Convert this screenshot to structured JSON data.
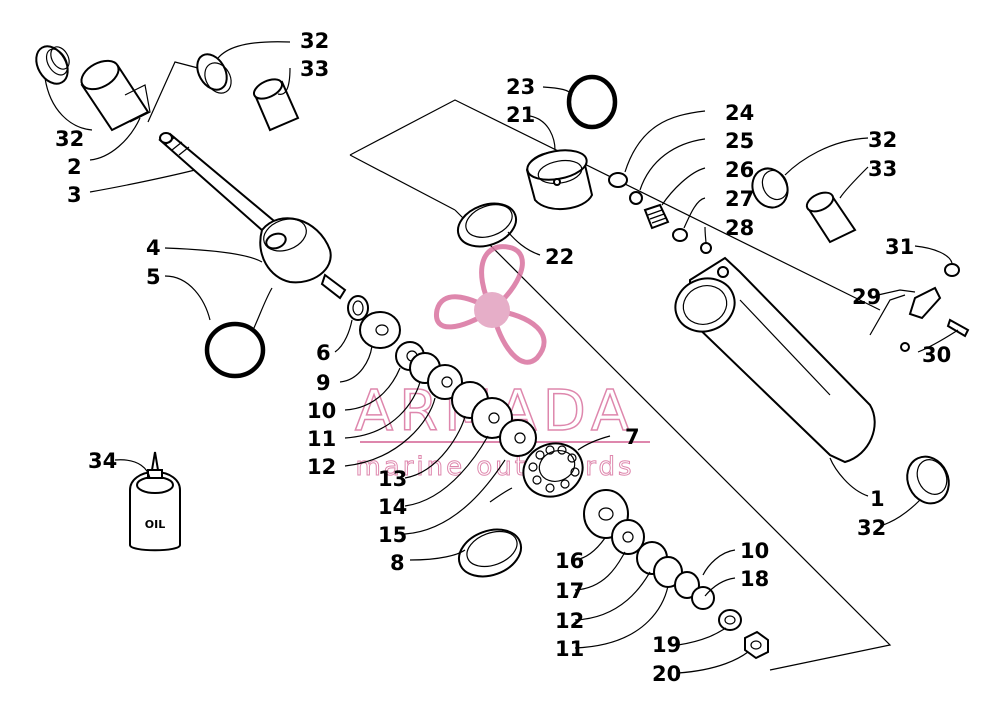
{
  "diagram": {
    "watermark": {
      "brand": "ARMADA",
      "tagline": "marine outboards",
      "color": "#d9739f"
    },
    "oil_bottle_text": "OIL",
    "callouts": [
      {
        "id": "c32a",
        "text": "32"
      },
      {
        "id": "c33a",
        "text": "33"
      },
      {
        "id": "c32b",
        "text": "32"
      },
      {
        "id": "c2",
        "text": "2"
      },
      {
        "id": "c3",
        "text": "3"
      },
      {
        "id": "c4",
        "text": "4"
      },
      {
        "id": "c5",
        "text": "5"
      },
      {
        "id": "c6",
        "text": "6"
      },
      {
        "id": "c9",
        "text": "9"
      },
      {
        "id": "c10a",
        "text": "10"
      },
      {
        "id": "c11a",
        "text": "11"
      },
      {
        "id": "c12a",
        "text": "12"
      },
      {
        "id": "c13",
        "text": "13"
      },
      {
        "id": "c14",
        "text": "14"
      },
      {
        "id": "c15",
        "text": "15"
      },
      {
        "id": "c8",
        "text": "8"
      },
      {
        "id": "c34",
        "text": "34"
      },
      {
        "id": "c23",
        "text": "23"
      },
      {
        "id": "c21",
        "text": "21"
      },
      {
        "id": "c22",
        "text": "22"
      },
      {
        "id": "c7",
        "text": "7"
      },
      {
        "id": "c24",
        "text": "24"
      },
      {
        "id": "c25",
        "text": "25"
      },
      {
        "id": "c26",
        "text": "26"
      },
      {
        "id": "c27",
        "text": "27"
      },
      {
        "id": "c28",
        "text": "28"
      },
      {
        "id": "c32c",
        "text": "32"
      },
      {
        "id": "c33b",
        "text": "33"
      },
      {
        "id": "c31",
        "text": "31"
      },
      {
        "id": "c29",
        "text": "29"
      },
      {
        "id": "c30",
        "text": "30"
      },
      {
        "id": "c1",
        "text": "1"
      },
      {
        "id": "c32d",
        "text": "32"
      },
      {
        "id": "c16",
        "text": "16"
      },
      {
        "id": "c10b",
        "text": "10"
      },
      {
        "id": "c17",
        "text": "17"
      },
      {
        "id": "c18",
        "text": "18"
      },
      {
        "id": "c12b",
        "text": "12"
      },
      {
        "id": "c11b",
        "text": "11"
      },
      {
        "id": "c19",
        "text": "19"
      },
      {
        "id": "c20",
        "text": "20"
      }
    ]
  }
}
